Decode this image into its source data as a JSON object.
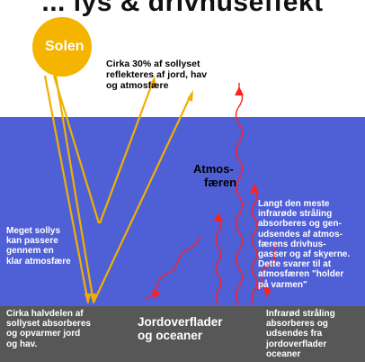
{
  "title_fragment": "... lys & drivhuseffekt",
  "colors": {
    "sky": "#ffffff",
    "atmosphere": "#4f5fd6",
    "ground": "#575757",
    "sun": "#f5b400",
    "sunlight_lines": "#f0b000",
    "infrared_waves": "#ff2020"
  },
  "labels": {
    "sun": "Solen",
    "reflected": [
      "Cirka 30% af sollyset",
      "reflekteres af jord, hav",
      "og atmosfære"
    ],
    "atmosphere": [
      "Atmos-",
      "færen"
    ],
    "passes": [
      "Meget sollys",
      "kan passere",
      "gennem en",
      "klar atmosfære"
    ],
    "absorbed": [
      "Cirka halvdelen af",
      "sollyset absorberes",
      "og opvarmer jord",
      "og hav."
    ],
    "surface": [
      "Jordoverflader",
      "og oceaner"
    ],
    "ir_atmosphere": [
      "Langt den meste",
      "infrarøde stråling",
      "absorberes og gen-",
      "udsendes af atmos-",
      "færens drivhus-",
      "gasser og af skyerne.",
      "Dette svarer til at",
      "atmosfæren \"holder",
      "på varmen\""
    ],
    "ir_surface": [
      "Infrarød stråling",
      "absorberes og",
      "udsendes fra",
      "jordoverflader",
      "oceaner"
    ]
  }
}
